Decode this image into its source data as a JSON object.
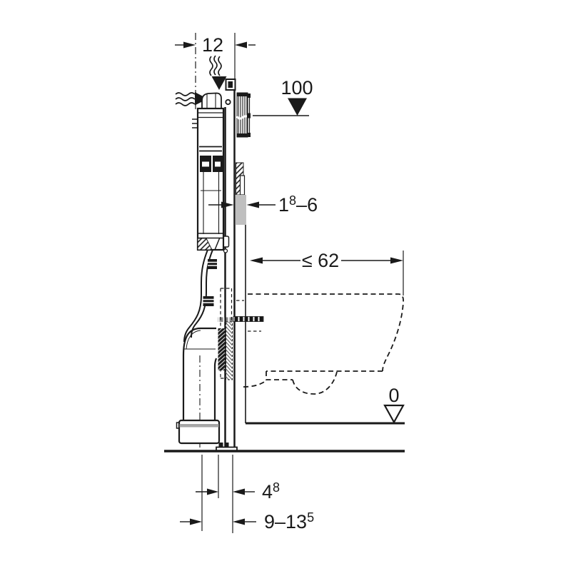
{
  "diagram": {
    "type": "technical installation drawing",
    "subject": "wall-hung WC element with concealed cistern, side view",
    "dimensions": {
      "top_width": "12",
      "actuator_level": "100",
      "wall_lining": {
        "base": "1",
        "sup": "8",
        "rest": "–6"
      },
      "pan_depth": "≤ 62",
      "floor_level": "0",
      "outlet_offset": {
        "base": "4",
        "sup": "8"
      },
      "outlet_range": {
        "base": "9–13",
        "sup": "5"
      }
    },
    "colors": {
      "line": "#1a1a1a",
      "wall_lining_block": "#bfbfbf",
      "seal_band": "#a6a6a6",
      "background": "#ffffff"
    }
  }
}
